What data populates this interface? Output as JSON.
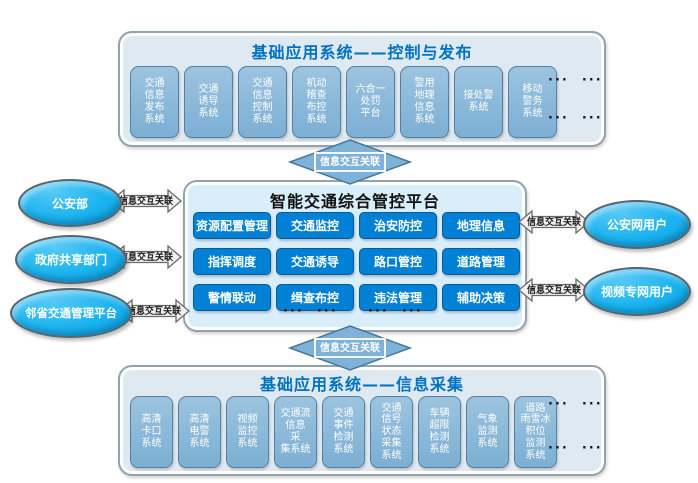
{
  "arrow_label": "信息交互关联",
  "dots": "···  ···",
  "top_system": {
    "title": "基础应用系统——控制与发布",
    "nodes": [
      {
        "name": "交通信息发布系统",
        "text": "交通\n信息\n发布\n系统"
      },
      {
        "name": "交通诱导系统",
        "text": "交通\n诱导\n系统"
      },
      {
        "name": "交通信息控制系统",
        "text": "交通\n信息\n控制\n系统"
      },
      {
        "name": "机动稽查布控系统",
        "text": "机动\n稽查\n布控\n系统"
      },
      {
        "name": "六合一处罚平台",
        "text": "六合一\n处罚\n平台"
      },
      {
        "name": "警用地理信息系统",
        "text": "警用\n地理\n信息\n系统"
      },
      {
        "name": "接处警系统",
        "text": "接处警\n系统"
      },
      {
        "name": "移动警务系统",
        "text": "移动\n警务\n系统"
      }
    ]
  },
  "platform": {
    "title": "智能交通综合管控平台",
    "modules": [
      "资源配置管理",
      "交通监控",
      "治安防控",
      "地理信息",
      "指挥调度",
      "交通诱导",
      "路口管控",
      "道路管理",
      "警情联动",
      "缉查布控",
      "违法管理",
      "辅助决策"
    ]
  },
  "bottom_system": {
    "title": "基础应用系统——信息采集",
    "nodes": [
      {
        "name": "高清卡口系统",
        "text": "高清\n卡口\n系统"
      },
      {
        "name": "高清电警系统",
        "text": "高清\n电警\n系统"
      },
      {
        "name": "视频监控系统",
        "text": "视频\n监控\n系统"
      },
      {
        "name": "交通流信息采集系统",
        "text": "交通流\n信息\n采\n集系统"
      },
      {
        "name": "交通事件检测系统",
        "text": "交通\n事件\n检测\n系统"
      },
      {
        "name": "交通信号状态采集系统",
        "text": "交通\n信号\n状态\n采集\n系统"
      },
      {
        "name": "车辆超限检测系统",
        "text": "车辆\n超限\n检测\n系统"
      },
      {
        "name": "气象监测系统",
        "text": "气象\n监测\n系统"
      },
      {
        "name": "道路雨雪冰积位监测系统",
        "text": "道路\n雨雪冰\n积位\n监测\n系统"
      }
    ]
  },
  "left_entities": [
    {
      "label": "公安部"
    },
    {
      "label": "政府共享部门"
    },
    {
      "label": "邻省交通管理平台"
    }
  ],
  "right_entities": [
    {
      "label": "公安网用户"
    },
    {
      "label": "视频专网用户"
    }
  ],
  "colors": {
    "title_blue": "#0072c2",
    "module_blue": "#0081d5",
    "node_blue": "#86b5d8",
    "ellipse_cyan": "#1ab3ef",
    "panel_fill": "#dfe9f1",
    "platform_fill": "#d9eefb",
    "arrow_fill": "#7fb2d8"
  }
}
